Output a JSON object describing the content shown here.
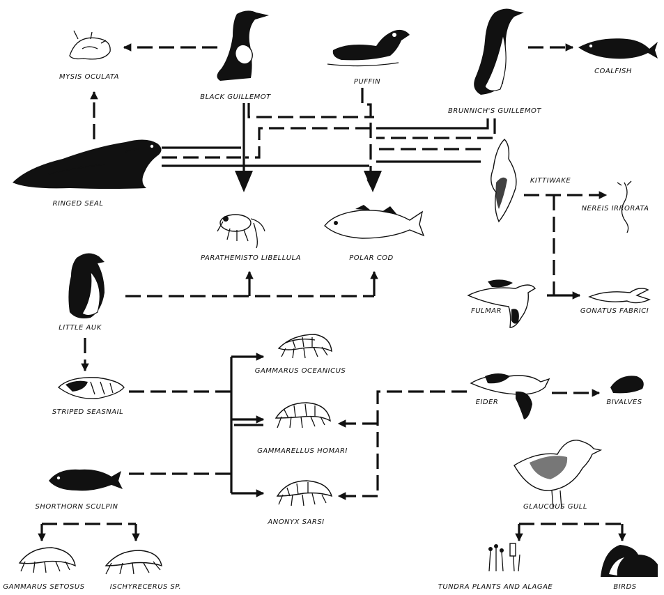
{
  "species": {
    "mysis": "MYSIS OCULATA",
    "black_guillemot": "BLACK GUILLEMOT",
    "puffin": "PUFFIN",
    "brunnichs_guillemot": "BRUNNICH'S GUILLEMOT",
    "coalfish": "COALFISH",
    "ringed_seal": "RINGED SEAL",
    "kittiwake": "KITTIWAKE",
    "nereis": "NEREIS IRRORATA",
    "parathemisto": "PARATHEMISTO LIBELLULA",
    "polar_cod": "POLAR COD",
    "little_auk": "LITTLE AUK",
    "fulmar": "FULMAR",
    "gonatus": "GONATUS FABRICI",
    "striped_seasnail": "STRIPED SEASNAIL",
    "gammarus_oceanicus": "GAMMARUS OCEANICUS",
    "gammarellus": "GAMMARELLUS HOMARI",
    "eider": "EIDER",
    "bivalves": "BIVALVES",
    "shorthorn_sculpin": "SHORTHORN SCULPIN",
    "anonyx": "ANONYX SARSI",
    "glaucous_gull": "GLAUCOUS GULL",
    "gammarus_setosus": "GAMMARUS SETOSUS",
    "ischyrocerus": "ISCHYRECERUS SP.",
    "tundra_plants": "TUNDRA PLANTS AND ALAGAE",
    "birds": "BIRDS"
  },
  "colors": {
    "ink": "#111111",
    "paper": "#ffffff"
  },
  "icons": [
    "amphipod-icon",
    "fish-icon",
    "bird-icon",
    "seal-icon",
    "squid-icon",
    "worm-icon",
    "bivalve-icon",
    "plant-icon"
  ]
}
